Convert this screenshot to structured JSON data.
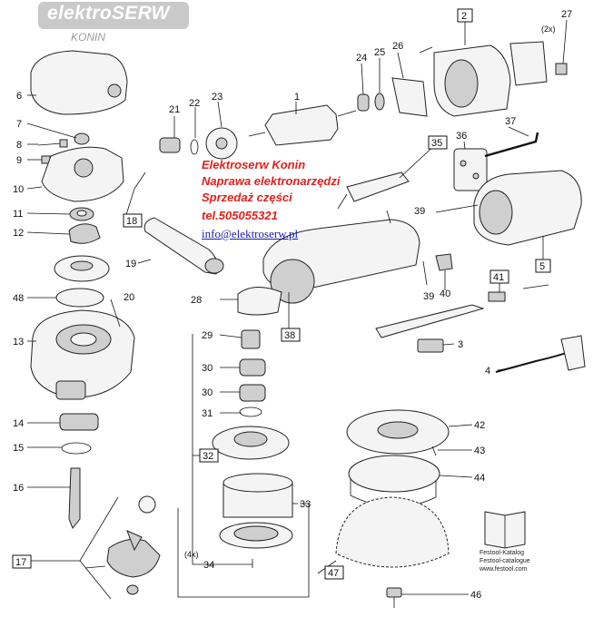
{
  "logo": {
    "brand": "elektroSERW",
    "city": "KONIN"
  },
  "overlay": {
    "line1": "Elektroserw Konin",
    "line2": "Naprawa elektronarzędzi",
    "line3": "Sprzedaż części",
    "line4": "tel.505055321",
    "email": "info@elektroserw.pl"
  },
  "catalog": {
    "line1": "Festool-Katalog",
    "line2": "Festool-catalogue",
    "line3": "www.festool.com"
  },
  "part_labels": [
    "1",
    "3",
    "4",
    "6",
    "7",
    "8",
    "9",
    "10",
    "11",
    "12",
    "13",
    "14",
    "15",
    "16",
    "19",
    "20",
    "21",
    "22",
    "23",
    "24",
    "25",
    "26",
    "27",
    "28",
    "29",
    "30",
    "30",
    "31",
    "33",
    "34",
    "36",
    "37",
    "39",
    "39",
    "40",
    "42",
    "43",
    "44",
    "46",
    "48"
  ],
  "boxed_labels": [
    "2",
    "5",
    "17",
    "18",
    "32",
    "35",
    "38",
    "41",
    "47"
  ],
  "extra_labels": {
    "qty_2x": "(2x)",
    "qty_4x": "(4x)"
  }
}
